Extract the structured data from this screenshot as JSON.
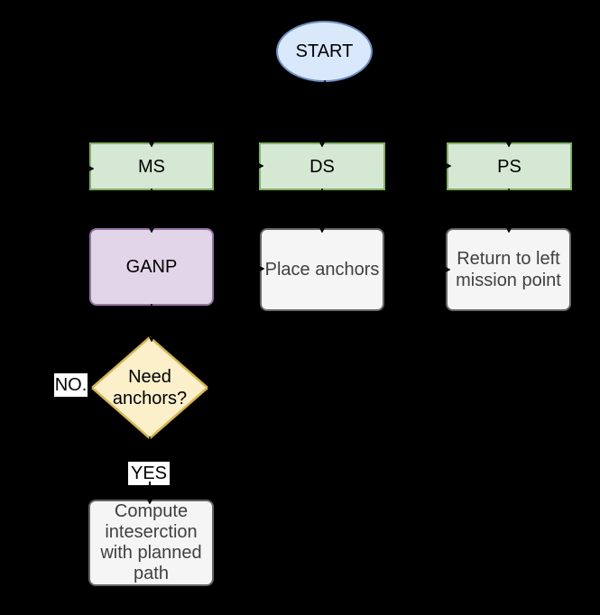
{
  "palette": {
    "background": "#000000",
    "start_fill": "#dae8fc",
    "start_stroke": "#6c8ebf",
    "state_fill": "#d5e8d4",
    "state_stroke": "#82b366",
    "ganp_fill": "#e1d5e7",
    "ganp_stroke": "#9673a6",
    "decision_fill": "#fcf0cb",
    "decision_stroke": "#d6b656",
    "process_fill": "#f5f5f5",
    "process_stroke": "#666666",
    "process_text": "#404040",
    "edge_label_bg": "#ffffff",
    "text": "#000000"
  },
  "diagram": {
    "nodes": {
      "start": {
        "label": "START"
      },
      "ms": {
        "label": "MS"
      },
      "ds": {
        "label": "DS"
      },
      "ps": {
        "label": "PS"
      },
      "ganp": {
        "label": "GANP"
      },
      "place_anchors": {
        "label": "Place anchors"
      },
      "return_point": {
        "label": "Return to left\nmission point"
      },
      "need_anchors": {
        "label": "Need\nanchors?"
      },
      "compute": {
        "label": "Compute\ninteserction\nwith planned\npath"
      }
    },
    "edge_labels": {
      "no": "NO.",
      "yes": "YES"
    }
  }
}
